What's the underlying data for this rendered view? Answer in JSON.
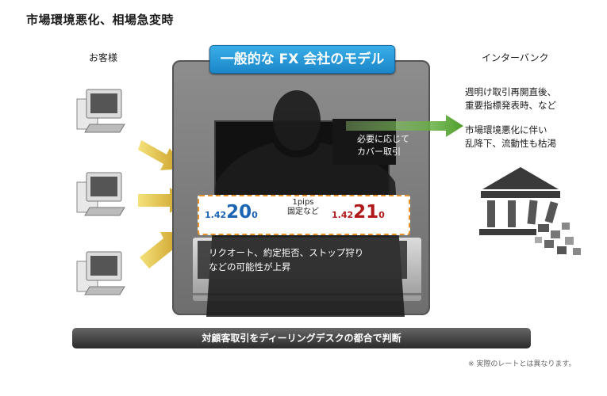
{
  "page_title": "市場環境悪化、相場急変時",
  "customers_label": "お客様",
  "interbank_label": "インターバンク",
  "model_title": "一般的な FX 会社のモデル",
  "cover_note": [
    "必要に応じて",
    "カバー取引"
  ],
  "bid": {
    "prefix": "1.42",
    "big": "20",
    "suffix": "0"
  },
  "ask": {
    "prefix": "1.42",
    "big": "21",
    "suffix": "0"
  },
  "spread_note": [
    "1pips",
    "固定など"
  ],
  "requote_note": [
    "リクオート、約定拒否、ストップ狩り",
    "などの可能性が上昇"
  ],
  "bank_conditions": [
    "週明け取引再開直後、",
    "重要指標発表時、など"
  ],
  "bank_effects": [
    "市場環境悪化に伴い",
    "乱降下、流動性も枯渇"
  ],
  "bottom_banner": "対顧客取引をディーリングデスクの都合で判断",
  "footnote": "※ 実際のレートとは異なります。",
  "colors": {
    "model_title_bg": "#1b86c9",
    "bid": "#1c64b4",
    "ask": "#b01a1a",
    "arrow_green": "#5ba832",
    "arrow_gold": "#d8b43a"
  }
}
